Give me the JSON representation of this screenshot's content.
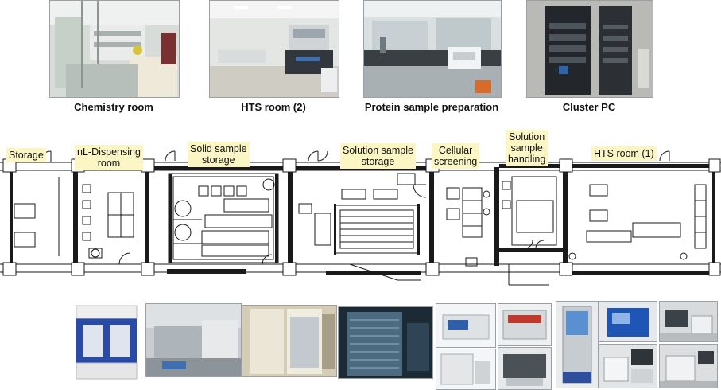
{
  "top_photos": [
    {
      "caption": "Chemistry room"
    },
    {
      "caption": "HTS room (2)"
    },
    {
      "caption": "Protein sample preparation"
    },
    {
      "caption": "Cluster PC"
    }
  ],
  "floor_plan": {
    "room_labels": [
      {
        "text": "Storage"
      },
      {
        "text": "nL-Dispensing\nroom"
      },
      {
        "text": "Solid sample\nstorage"
      },
      {
        "text": "Solution sample\nstorage"
      },
      {
        "text": "Cellular\nscreening"
      },
      {
        "text": "Solution\nsample\nhandling"
      },
      {
        "text": "HTS room (1)"
      }
    ]
  },
  "colors": {
    "label_bg": "#fbf6c4",
    "plan_line": "#1a1a1a"
  }
}
